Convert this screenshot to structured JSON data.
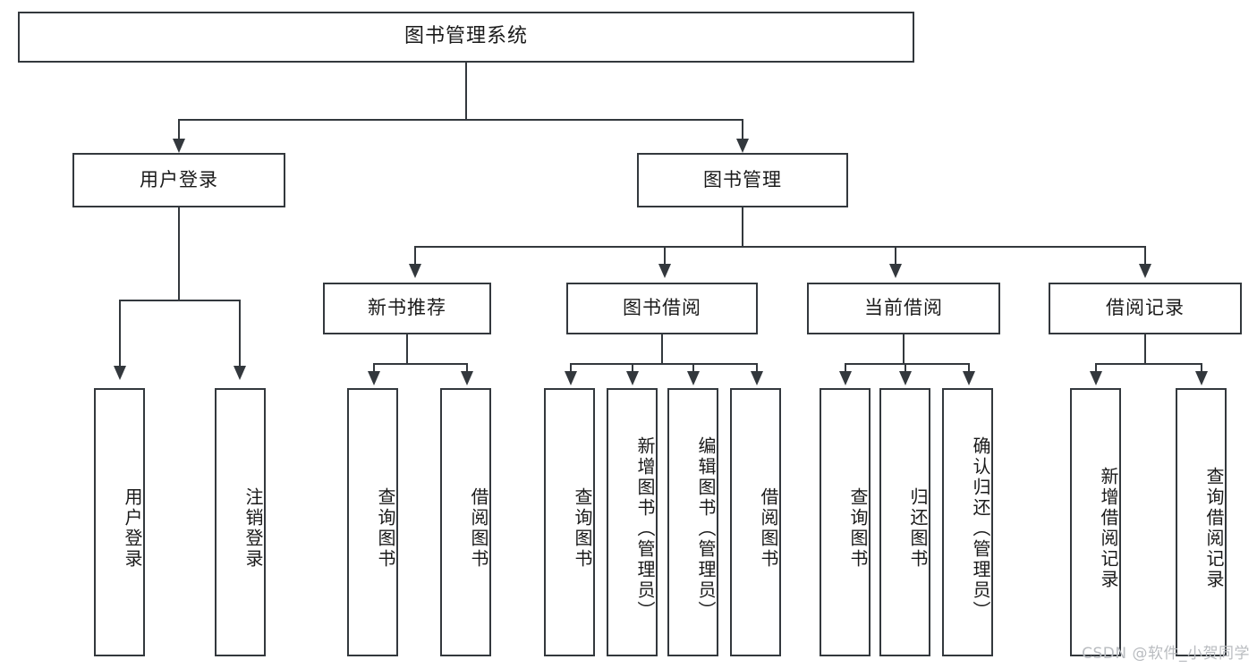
{
  "diagram": {
    "title": "图书管理系统",
    "type": "hierarchy-tree",
    "root": {
      "label": "图书管理系统"
    },
    "level1": [
      {
        "label": "用户登录"
      },
      {
        "label": "图书管理"
      }
    ],
    "level2": [
      {
        "label": "新书推荐",
        "parent": "图书管理"
      },
      {
        "label": "图书借阅",
        "parent": "图书管理"
      },
      {
        "label": "当前借阅",
        "parent": "图书管理"
      },
      {
        "label": "借阅记录",
        "parent": "图书管理"
      }
    ],
    "leaves": {
      "user_login": [
        {
          "label": "用户登录"
        },
        {
          "label": "注销登录"
        }
      ],
      "new_book_recommend": [
        {
          "label": "查询图书"
        },
        {
          "label": "借阅图书"
        }
      ],
      "book_borrow": [
        {
          "label": "查询图书"
        },
        {
          "label": "新增图书（管理员）"
        },
        {
          "label": "编辑图书（管理员）"
        },
        {
          "label": "借阅图书"
        }
      ],
      "current_borrow": [
        {
          "label": "查询图书"
        },
        {
          "label": "归还图书"
        },
        {
          "label": "确认归还（管理员）"
        }
      ],
      "borrow_record": [
        {
          "label": "新增借阅记录"
        },
        {
          "label": "查询借阅记录"
        }
      ]
    }
  },
  "watermark": {
    "text": "CSDN @软件_小贺同学"
  },
  "colors": {
    "stroke": "#33383d",
    "box_fill": "#ffffff",
    "text": "#1a1a1a",
    "watermark": "#b9bcc0"
  }
}
